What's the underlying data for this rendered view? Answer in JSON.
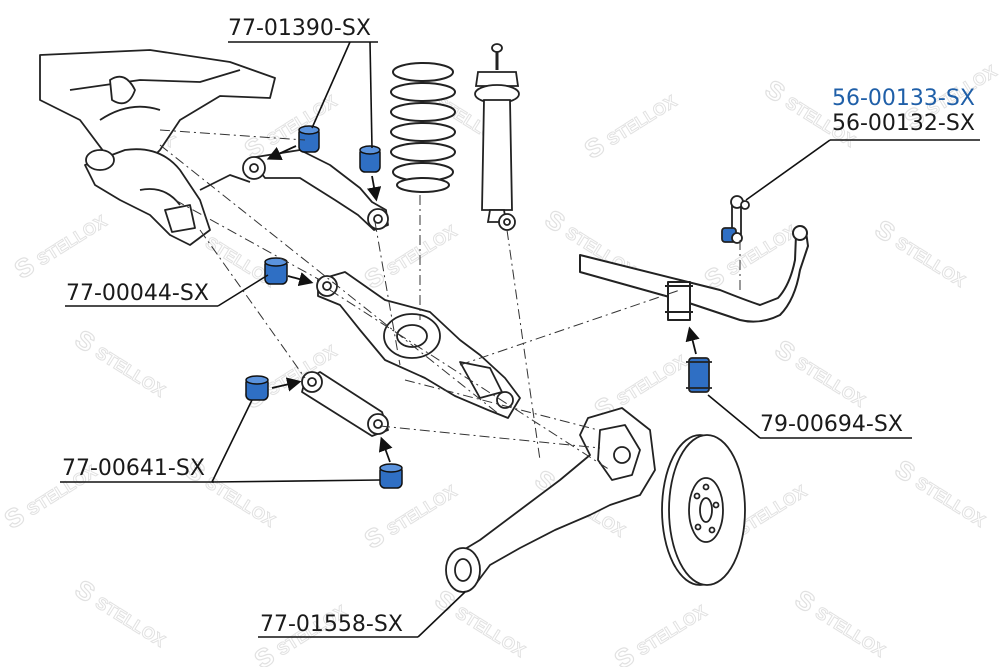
{
  "watermark": {
    "brand": "STELLOX"
  },
  "colors": {
    "bushing": "#2f6fc4",
    "line": "#111111",
    "highlight": "#1f5fa8",
    "part": "#ffffff"
  },
  "labels": {
    "upper_arm": "77-01390-SX",
    "link_main": "56-00133-SX",
    "link_alt": "56-00132-SX",
    "lower_arm": "77-00044-SX",
    "toe_link": "77-00641-SX",
    "stab_bush": "79-00694-SX",
    "trailing_arm": "77-01558-SX"
  }
}
